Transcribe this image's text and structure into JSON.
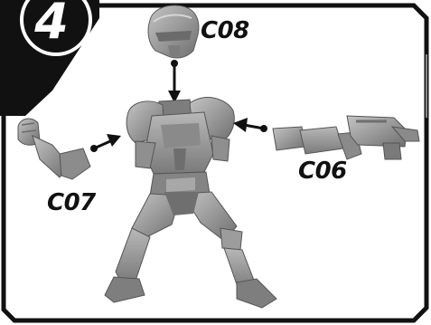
{
  "step": {
    "number": "4"
  },
  "parts": {
    "head": {
      "label": "C08"
    },
    "right_arm": {
      "label": "C06"
    },
    "left_arm": {
      "label": "C07"
    }
  },
  "colors": {
    "frame": "#111111",
    "part_fill": "#9a9a9a",
    "part_shadow": "#6e6e6e",
    "part_highlight": "#c4c4c4",
    "arrow": "#111111",
    "step_text": "#ffffff"
  }
}
